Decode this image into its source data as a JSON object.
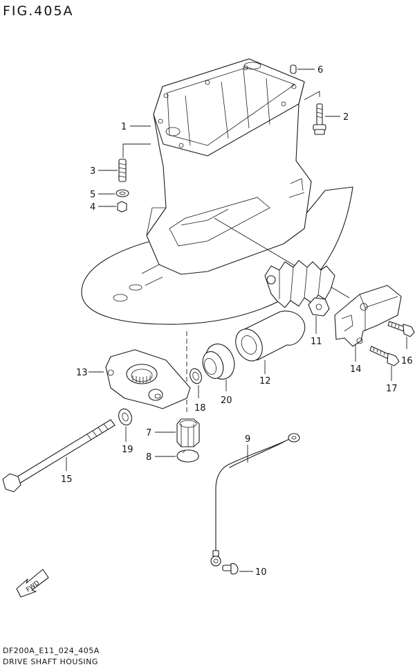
{
  "figure": {
    "title": "FIG.405A",
    "code": "DF200A_E11_024_405A",
    "name": "DRIVE SHAFT HOUSING"
  },
  "callouts": {
    "c1": "1",
    "c2": "2",
    "c3": "3",
    "c4": "4",
    "c5": "5",
    "c6": "6",
    "c7": "7",
    "c8": "8",
    "c9": "9",
    "c10": "10",
    "c11": "11",
    "c12": "12",
    "c13": "13",
    "c14": "14",
    "c15": "15",
    "c16": "16",
    "c17": "17",
    "c18": "18",
    "c19": "19",
    "c20": "20"
  },
  "direction_label": "FWD"
}
